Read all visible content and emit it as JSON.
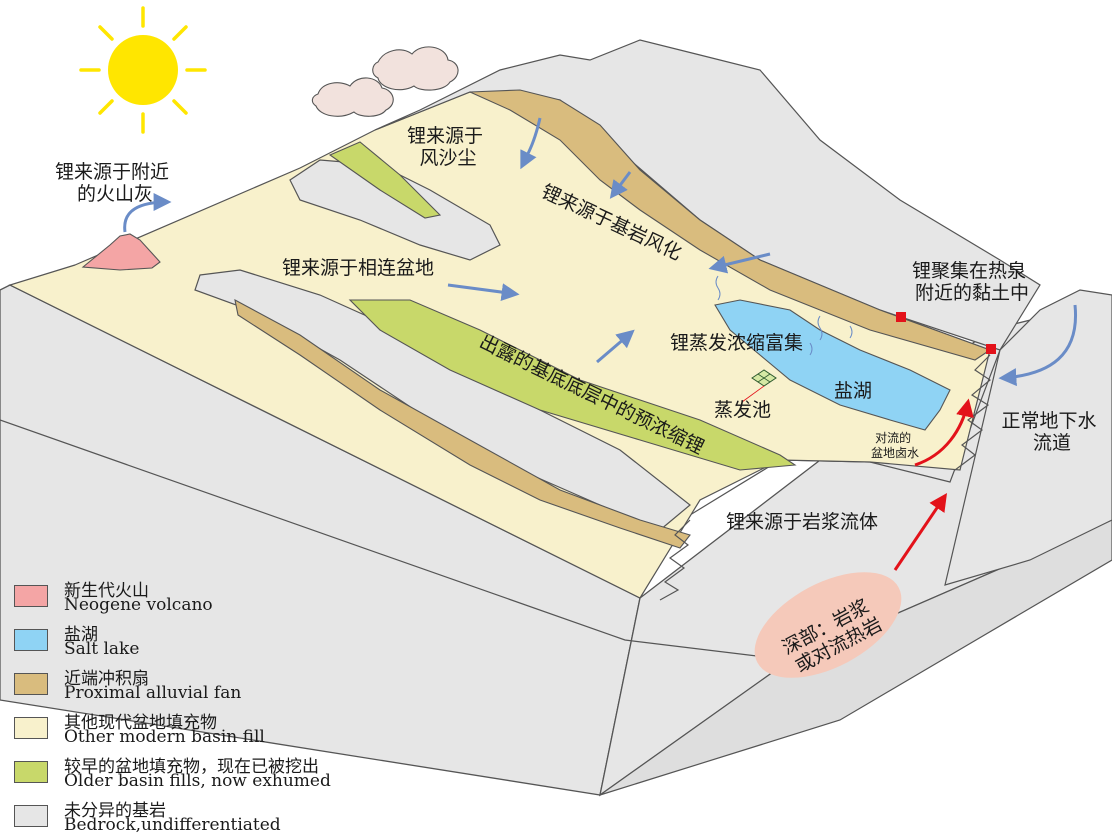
{
  "labels": {
    "volcanic_ash": [
      "锂来源于附近",
      "的火山灰"
    ],
    "eolian_dust": [
      "锂来源于",
      "风沙尘"
    ],
    "bedrock_weathering": "锂来源于基岩风化",
    "connected_basin": "锂来源于相连盆地",
    "hot_spring_clay": [
      "锂聚集在热泉",
      "附近的黏土中"
    ],
    "evaporative_concentration": "锂蒸发浓缩富集",
    "exposed_substrate": "出露的基底底层中的预浓缩锂",
    "salt_lake": "盐湖",
    "evaporation_pond": "蒸发池",
    "convecting_brine": [
      "对流的",
      "盆地卤水"
    ],
    "normal_groundwater": [
      "正常地下水",
      "流道"
    ],
    "magmatic_fluid": "锂来源于岩浆流体",
    "deep_magma": [
      "深部：岩浆",
      "或对流热岩"
    ]
  },
  "legend": [
    {
      "cn": "新生代火山",
      "en": "Neogene volcano",
      "color": "#f4a5a5"
    },
    {
      "cn": "盐湖",
      "en": "Salt lake",
      "color": "#8fd3f4"
    },
    {
      "cn": "近端冲积扇",
      "en": "Proximal alluvial fan",
      "color": "#d9bc7e"
    },
    {
      "cn": "其他现代盆地填充物",
      "en": "Other modern basin fill",
      "color": "#f8f1cc"
    },
    {
      "cn": "较早的盆地填充物，现在已被挖出",
      "en": "Older basin fills, now exhumed",
      "color": "#c8d86a"
    },
    {
      "cn": "未分异的基岩",
      "en": "Bedrock,undifferentiated",
      "color": "#e6e6e6"
    }
  ],
  "colors": {
    "bedrock": "#e6e6e6",
    "basin_fill": "#f8f1cc",
    "alluvial_fan": "#d9bc7e",
    "older_fill": "#c8d86a",
    "salt_lake": "#8fd3f4",
    "volcano": "#f4a5a5",
    "sun": "#ffe600",
    "cloud": "#f2e2dd",
    "arrow_blue": "#6a8cc7",
    "arrow_red": "#e3121a",
    "hot_spring_marker": "#e3121a",
    "magma_ellipse": "#f5c9ba"
  },
  "icons": {
    "sun": "sun-icon",
    "clouds": "cloud-icon",
    "volcano": "volcano-icon",
    "evaporation_pond": "evaporation-pond-icon"
  }
}
